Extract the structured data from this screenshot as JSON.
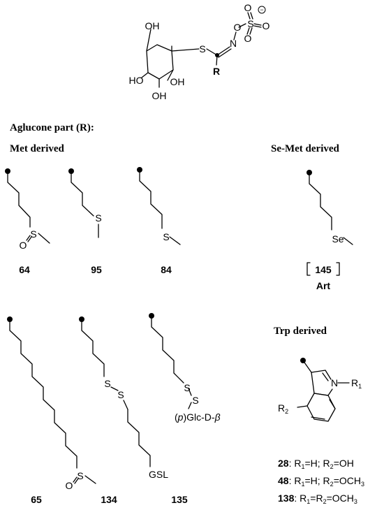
{
  "glucosinolate": {
    "oh_top": "OH",
    "oh_left": "HO",
    "oh_bottom": "OH",
    "oh_right": "OH",
    "sulfur": "S",
    "nitrogen": "N",
    "oxygen": "O",
    "sulfonate_s": "S",
    "sulfonate_o_top": "O",
    "sulfonate_o_right": "O",
    "sulfonate_o_bottom": "O",
    "charge": "−",
    "r_group": "R"
  },
  "headings": {
    "aglucone": "Aglucone part (R):",
    "met": "Met derived",
    "semet": "Se-Met derived",
    "trp": "Trp derived"
  },
  "compounds": {
    "c64": {
      "number": "64",
      "o": "O",
      "s": "S"
    },
    "c95": {
      "number": "95",
      "s": "S"
    },
    "c84": {
      "number": "84",
      "s": "S"
    },
    "c145": {
      "number": "145",
      "se": "Se",
      "name": "Art"
    },
    "c65": {
      "number": "65",
      "o": "O",
      "s": "S"
    },
    "c134": {
      "number": "134",
      "s1": "S",
      "s2": "S",
      "gsl": "GSL"
    },
    "c135": {
      "number": "135",
      "s1": "S",
      "s2": "S",
      "glc_p": "p",
      "glc": "Glc-D-",
      "glc_beta": "β"
    },
    "trp": {
      "n": "N",
      "r1": "R",
      "r1_sub": "1",
      "r2": "R",
      "r2_sub": "2",
      "variants": [
        {
          "number": "28",
          "text": ": R",
          "s1": "1",
          "t2": "=H; R",
          "s2": "2",
          "t3": "=OH"
        },
        {
          "number": "48",
          "text": ": R",
          "s1": "1",
          "t2": "=H; R",
          "s2": "2",
          "t3": "=OCH",
          "s3": "3"
        },
        {
          "number": "138",
          "text": ": R",
          "s1": "1",
          "t2": "=R",
          "s2": "2",
          "t3": "=OCH",
          "s3": "3"
        }
      ]
    }
  }
}
